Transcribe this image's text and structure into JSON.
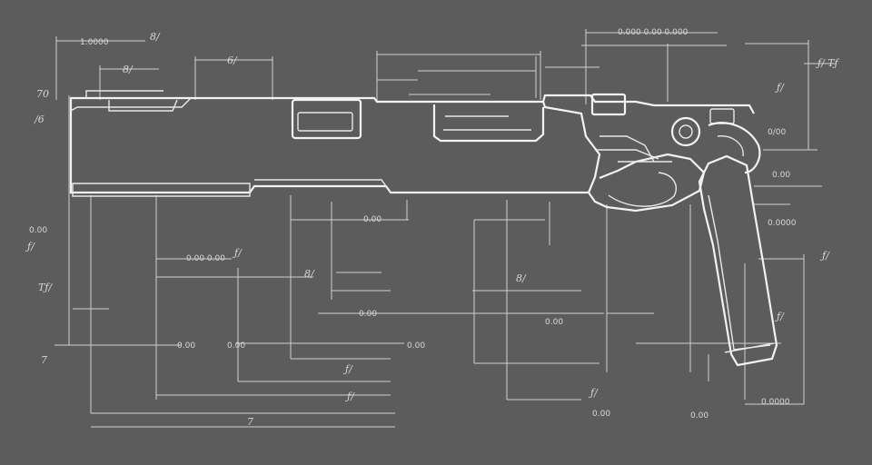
{
  "colors": {
    "background": "#5c5c5c",
    "line": "#f2f2f2",
    "dimension": "#cfcfcf"
  },
  "labels": {
    "top_left_1": "8/",
    "top_mid_1": "8/",
    "top_mid_2": "6/",
    "top_right_1": "ƒ/ Tƒ",
    "right_1": "ƒ/",
    "left_1": "70",
    "left_2": "/6",
    "left_3": "ƒ/",
    "left_4": "Tƒ/",
    "mid_1": "ƒ/",
    "mid_2": "8/",
    "bottom_1": "7",
    "bottom_2": "ƒ/",
    "bottom_3": "7",
    "bottom_4": "ƒ/",
    "bottom_5": "8/",
    "bottom_6": "ƒ/",
    "right_2": "ƒ/",
    "right_3": "ƒ/"
  }
}
